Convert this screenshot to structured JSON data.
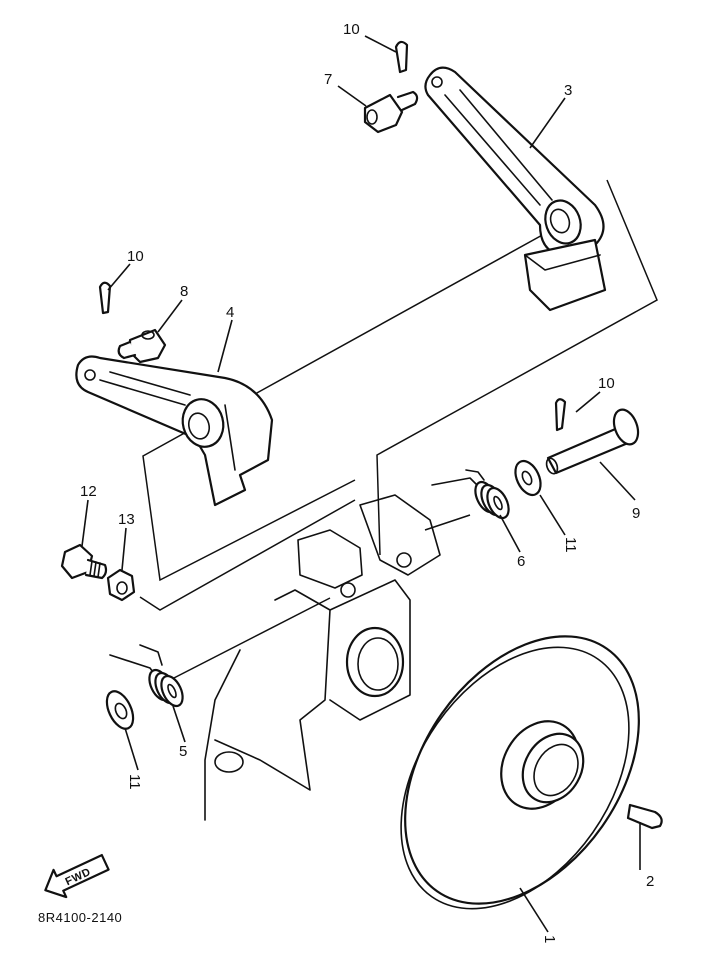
{
  "callouts": {
    "c1": "1",
    "c2": "2",
    "c3": "3",
    "c4": "4",
    "c5": "5",
    "c6": "6",
    "c7": "7",
    "c8": "8",
    "c9": "9",
    "c10a": "10",
    "c10b": "10",
    "c10c": "10",
    "c11a": "11",
    "c11b": "11",
    "c12": "12",
    "c13": "13"
  },
  "fwd_label": "FWD",
  "diagram_code": "8R4100-2140"
}
